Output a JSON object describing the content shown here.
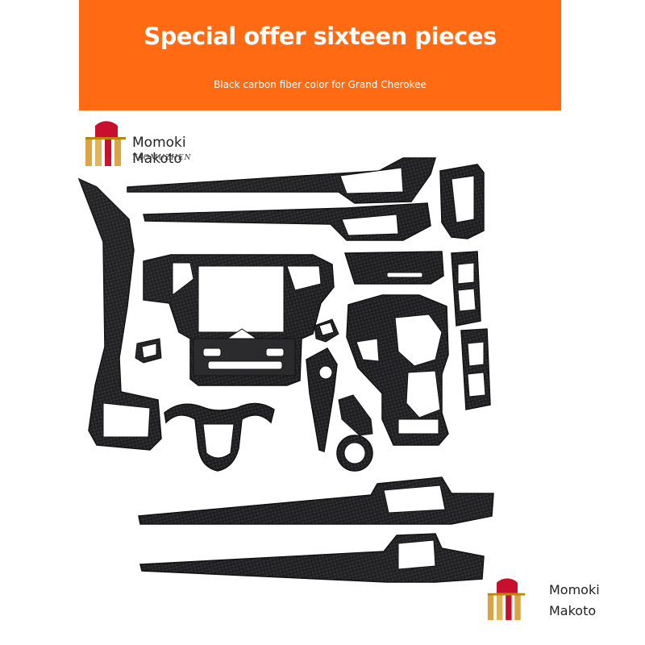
{
  "banner": {
    "title": "Special offer sixteen pieces",
    "subtitle": "Black carbon fiber color for Grand Cherokee"
  },
  "brand": {
    "name": "Momoki Makoto",
    "sub": "YAOMUZHEN",
    "name_line1": "Momoki",
    "name_line2": "Makoto"
  },
  "colors": {
    "banner": "#ff6a13",
    "carbon": "#1c1c1e",
    "logo_red": "#c8102e",
    "logo_gold": "#d9a441"
  }
}
